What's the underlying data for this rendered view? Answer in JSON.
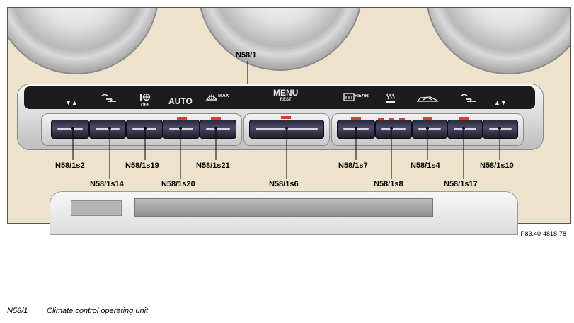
{
  "callouts": {
    "unit": "N58/1",
    "s2": "N58/1s2",
    "s14": "N58/1s14",
    "s19": "N58/1s19",
    "s20": "N58/1s20",
    "s21": "N58/1s21",
    "s6": "N58/1s6",
    "s7": "N58/1s7",
    "s8": "N58/1s8",
    "s4": "N58/1s4",
    "s17": "N58/1s17",
    "s10": "N58/1s10"
  },
  "panel": {
    "temp_left": "▼▲",
    "auto": "AUTO",
    "fan_off": "OFF",
    "defrost_max": "MAX",
    "menu": "MENU",
    "rest": "REST",
    "rear": "REAR",
    "temp_right": "▲▼"
  },
  "figure_ref": "P83.40-4818-78",
  "legend": {
    "code": "N58/1",
    "text": "Climate control operating unit"
  },
  "colors": {
    "led": "#e23a2b",
    "background": "#ede3cc",
    "panel_strip": "#1c1c1c"
  }
}
